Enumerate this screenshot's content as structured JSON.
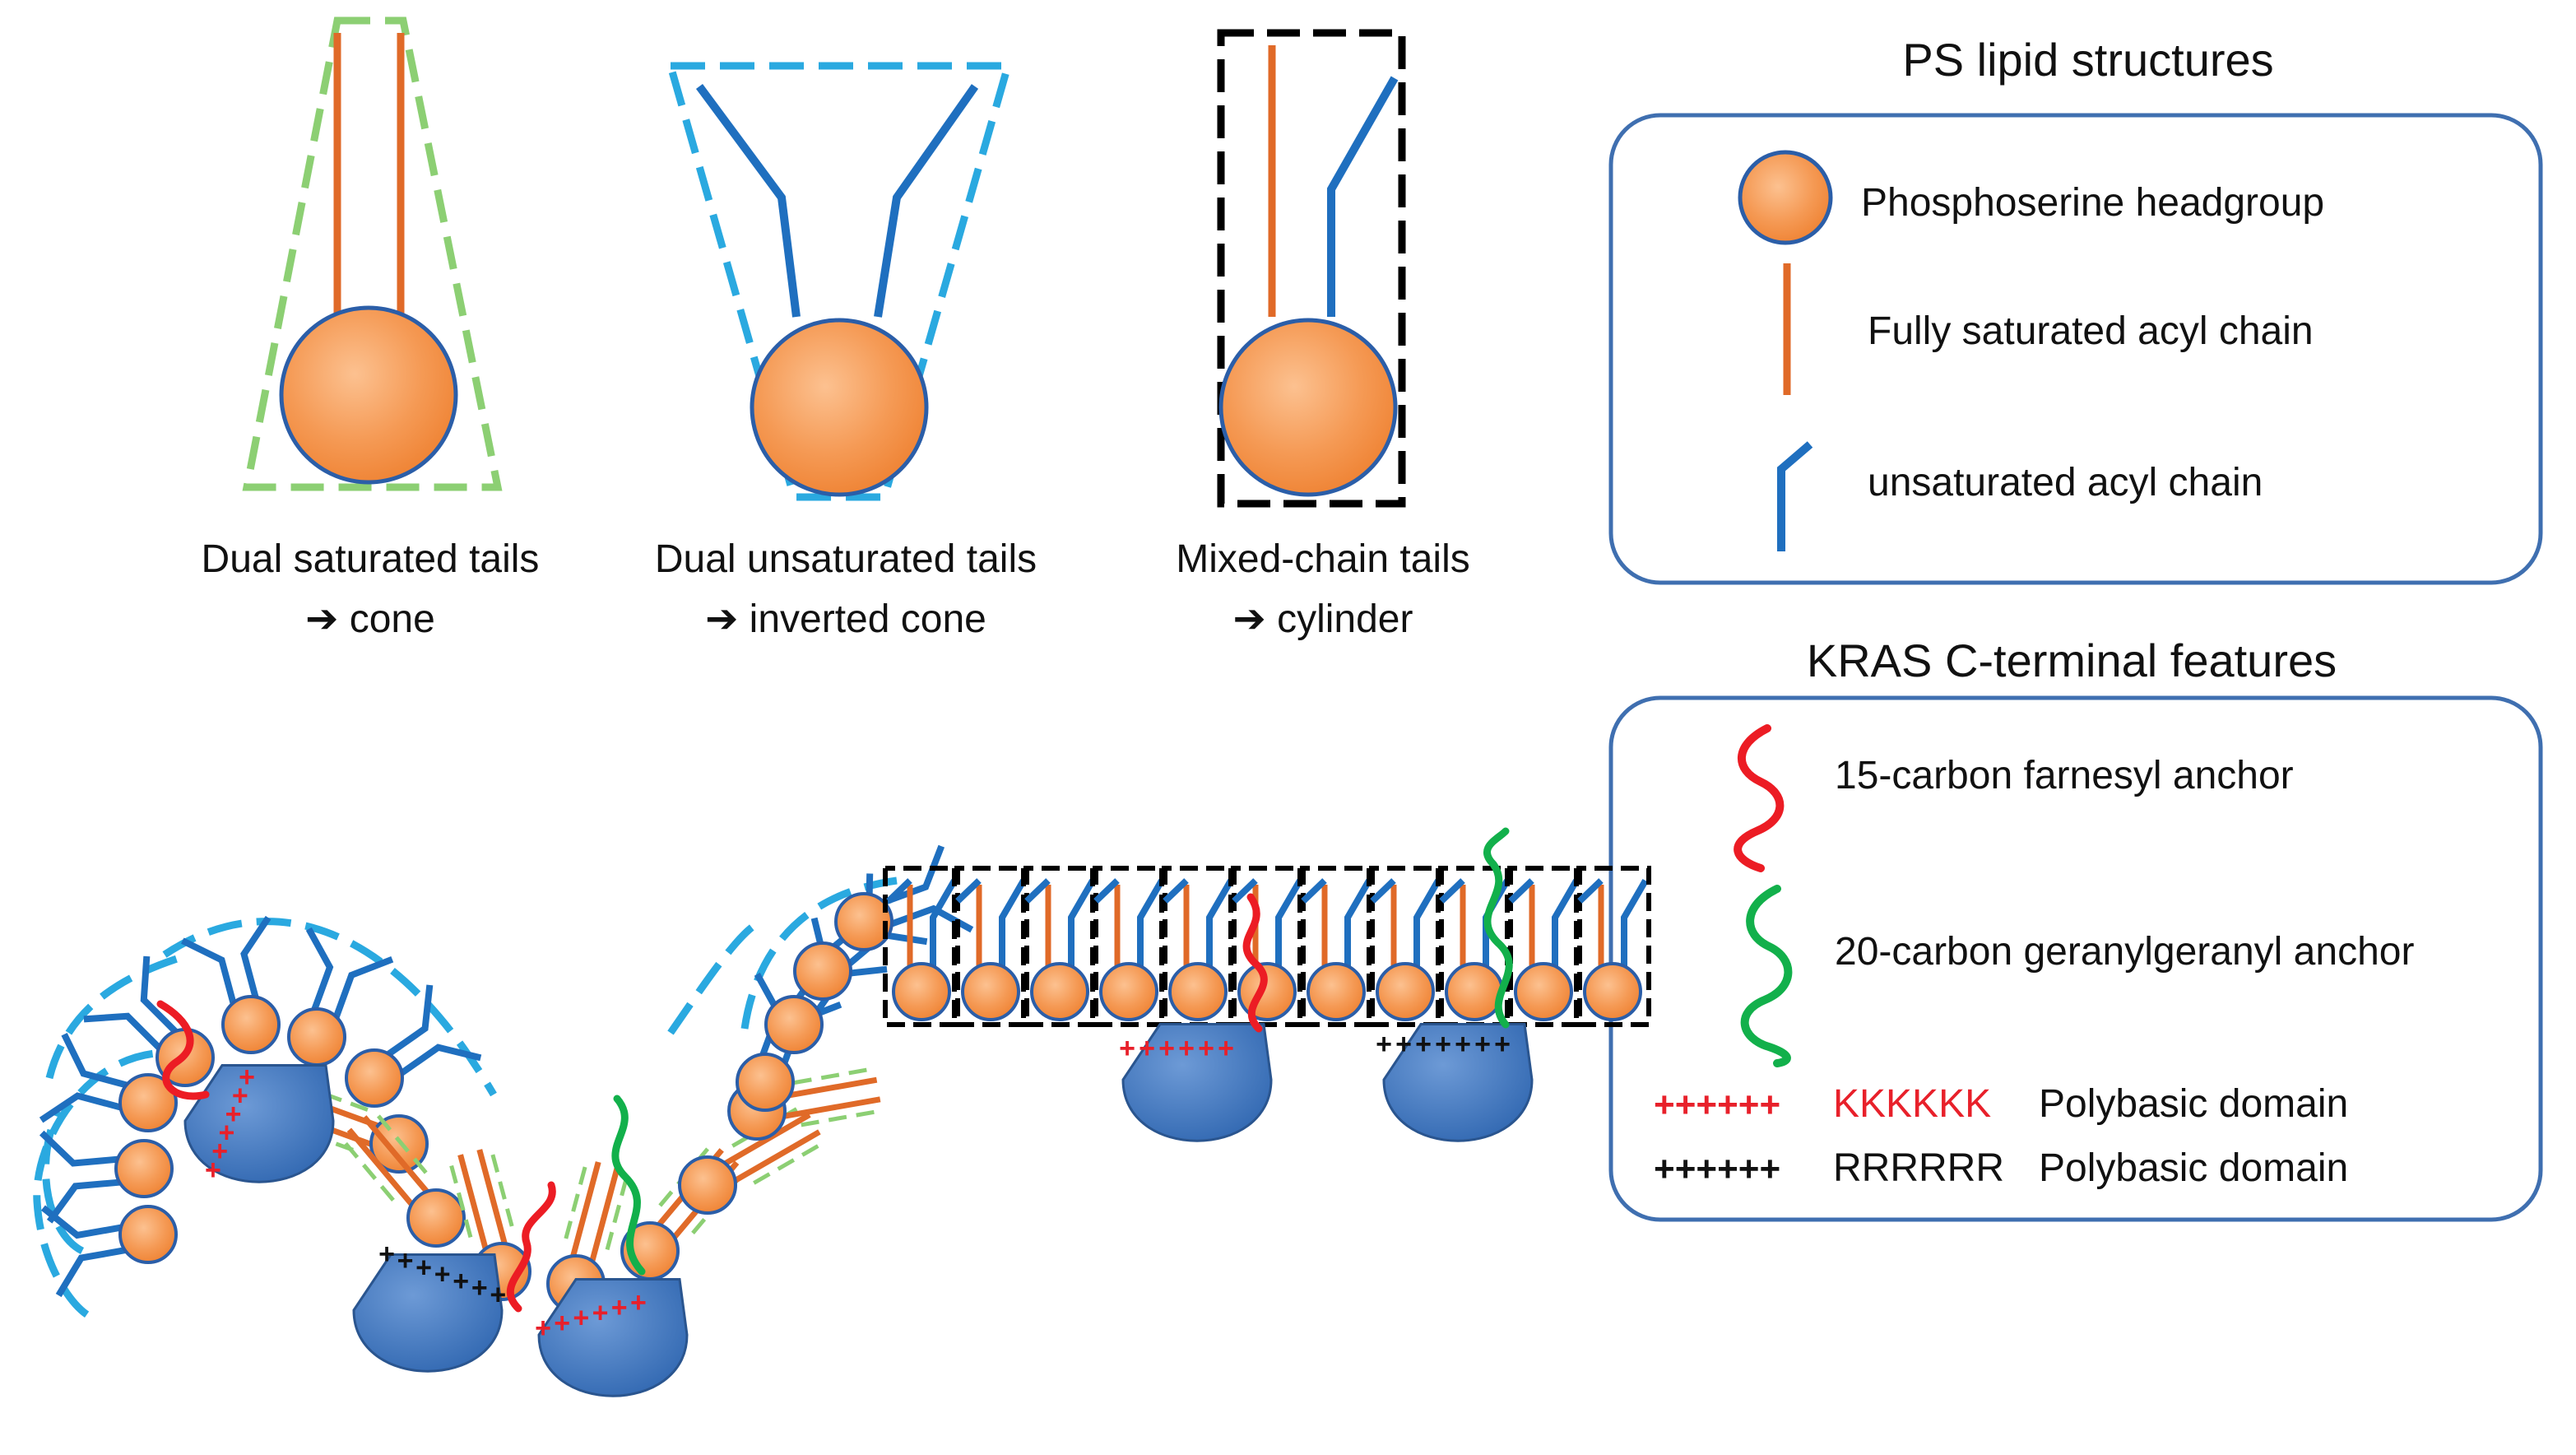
{
  "shapes": {
    "cone": {
      "line1": "Dual saturated tails",
      "line2": "➔ cone"
    },
    "inverted": {
      "line1": "Dual unsaturated tails",
      "line2": "➔ inverted cone"
    },
    "cylinder": {
      "line1": "Mixed-chain tails",
      "line2": "➔ cylinder"
    }
  },
  "legend_ps": {
    "title": "PS lipid structures",
    "items": [
      {
        "icon": "headgroup-icon",
        "label": "Phosphoserine headgroup"
      },
      {
        "icon": "saturated-chain-icon",
        "label": "Fully saturated acyl chain"
      },
      {
        "icon": "unsaturated-chain-icon",
        "label": "unsaturated acyl chain"
      }
    ]
  },
  "legend_kras": {
    "title": "KRAS C-terminal features",
    "items": [
      {
        "icon": "farnesyl-anchor-icon",
        "label": "15-carbon farnesyl anchor"
      },
      {
        "icon": "geranylgeranyl-anchor-icon",
        "label": "20-carbon geranylgeranyl anchor"
      },
      {
        "icon": "plus-red-icon",
        "symbol": "++++++",
        "code": "KKKKKK",
        "label": "Polybasic domain"
      },
      {
        "icon": "plus-black-icon",
        "symbol": "++++++",
        "code": "RRRRRR",
        "label": "Polybasic domain"
      }
    ]
  },
  "colors": {
    "orange_chain": "#e06a28",
    "blue_chain": "#1f6fbf",
    "head_fill": "#f4934a",
    "head_edge": "#2b5ea8",
    "cone_dash": "#8ccf73",
    "inverted_dash": "#2aa9e0",
    "cylinder_dash": "#000000",
    "protein_fill": "#3c75bf",
    "farnesyl": "#ec1c24",
    "geranyl": "#12b04b",
    "kkk_text": "#e8202a",
    "box_edge": "#3f6fb0"
  }
}
